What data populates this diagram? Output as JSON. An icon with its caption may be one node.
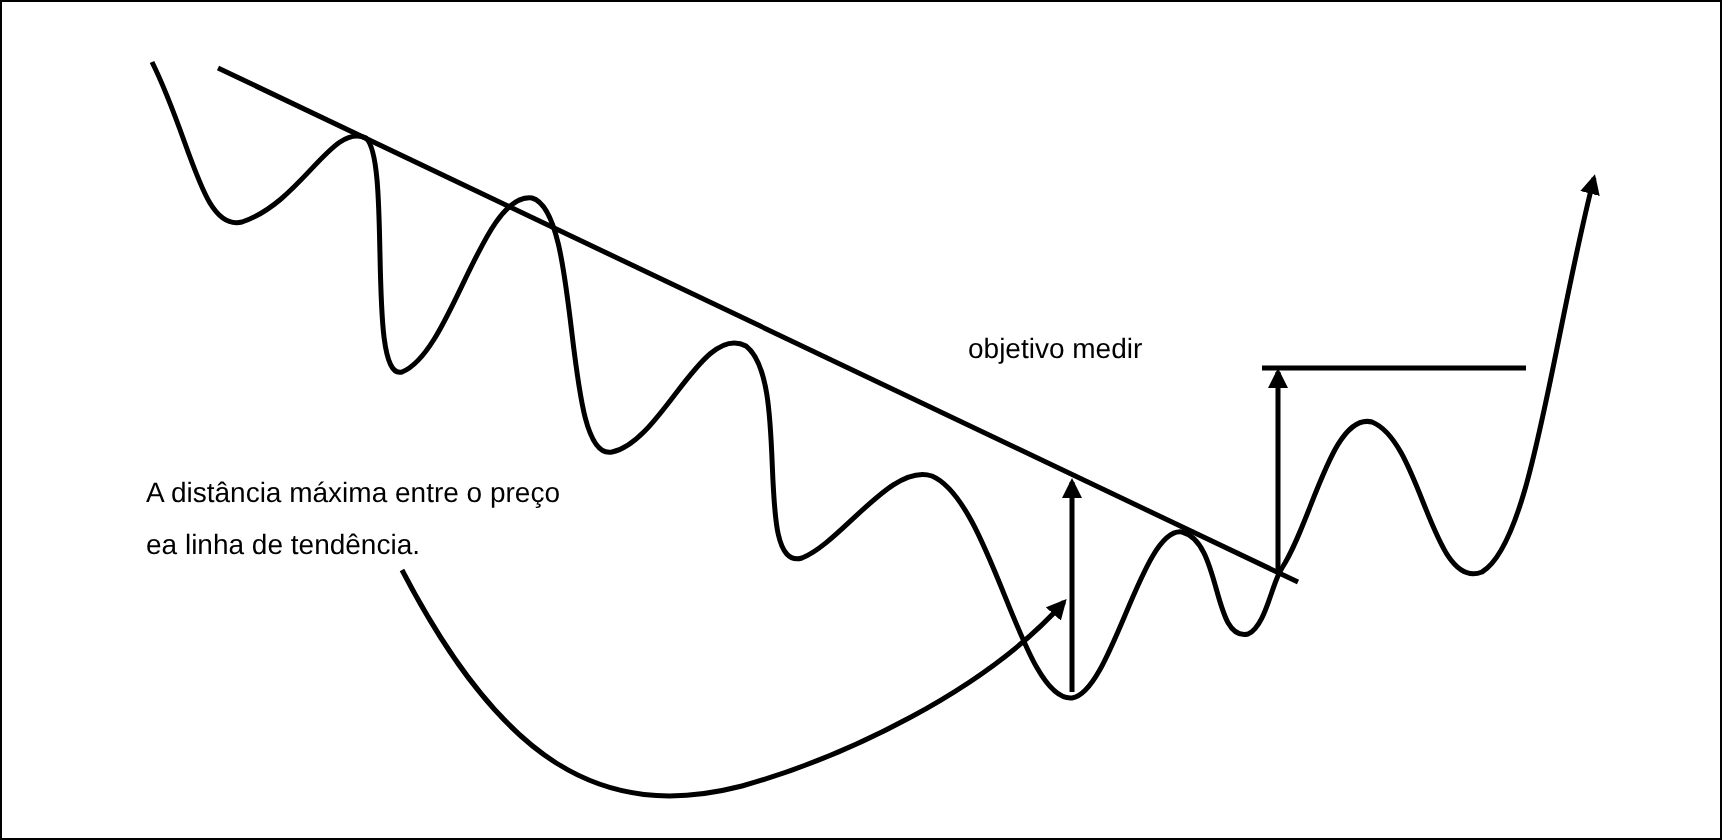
{
  "diagram": {
    "nodes": [
      {
        "text": [
          "A distância máxima entre o preço ea linha de tendência."
        ]
      },
      {
        "text": [],
        "shape": "arrow"
      }
    ],
    "edges": [
      {
        "from": 0,
        "to": 1,
        "arrow": "to"
      }
    ],
    "labels": [
      "objetivo medir"
    ]
  }
}
